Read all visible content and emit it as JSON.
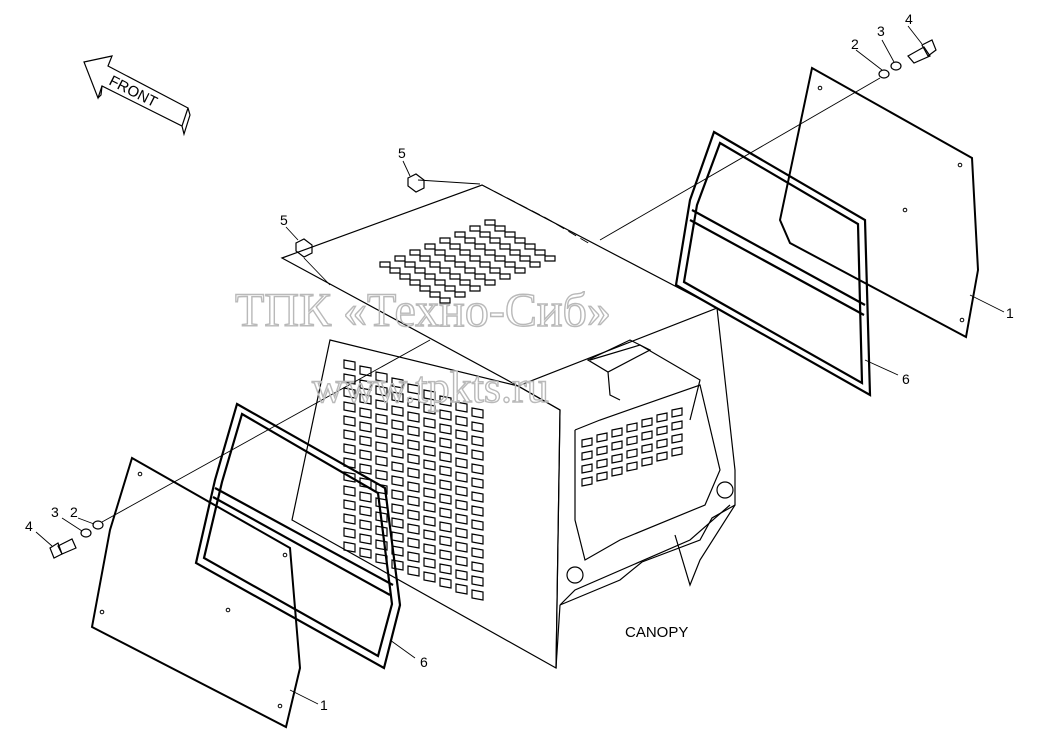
{
  "diagram": {
    "front_label": "FRONT",
    "canopy_label": "CANOPY",
    "watermark_line1": "ТПК «Техно-Сиб»",
    "watermark_line2": "www.tpkts.ru",
    "callouts": {
      "right_1": "1",
      "right_2": "2",
      "right_3": "3",
      "right_4": "4",
      "right_6": "6",
      "top_5a": "5",
      "top_5b": "5",
      "left_1": "1",
      "left_2": "2",
      "left_3": "3",
      "left_4": "4",
      "left_6": "6"
    }
  }
}
